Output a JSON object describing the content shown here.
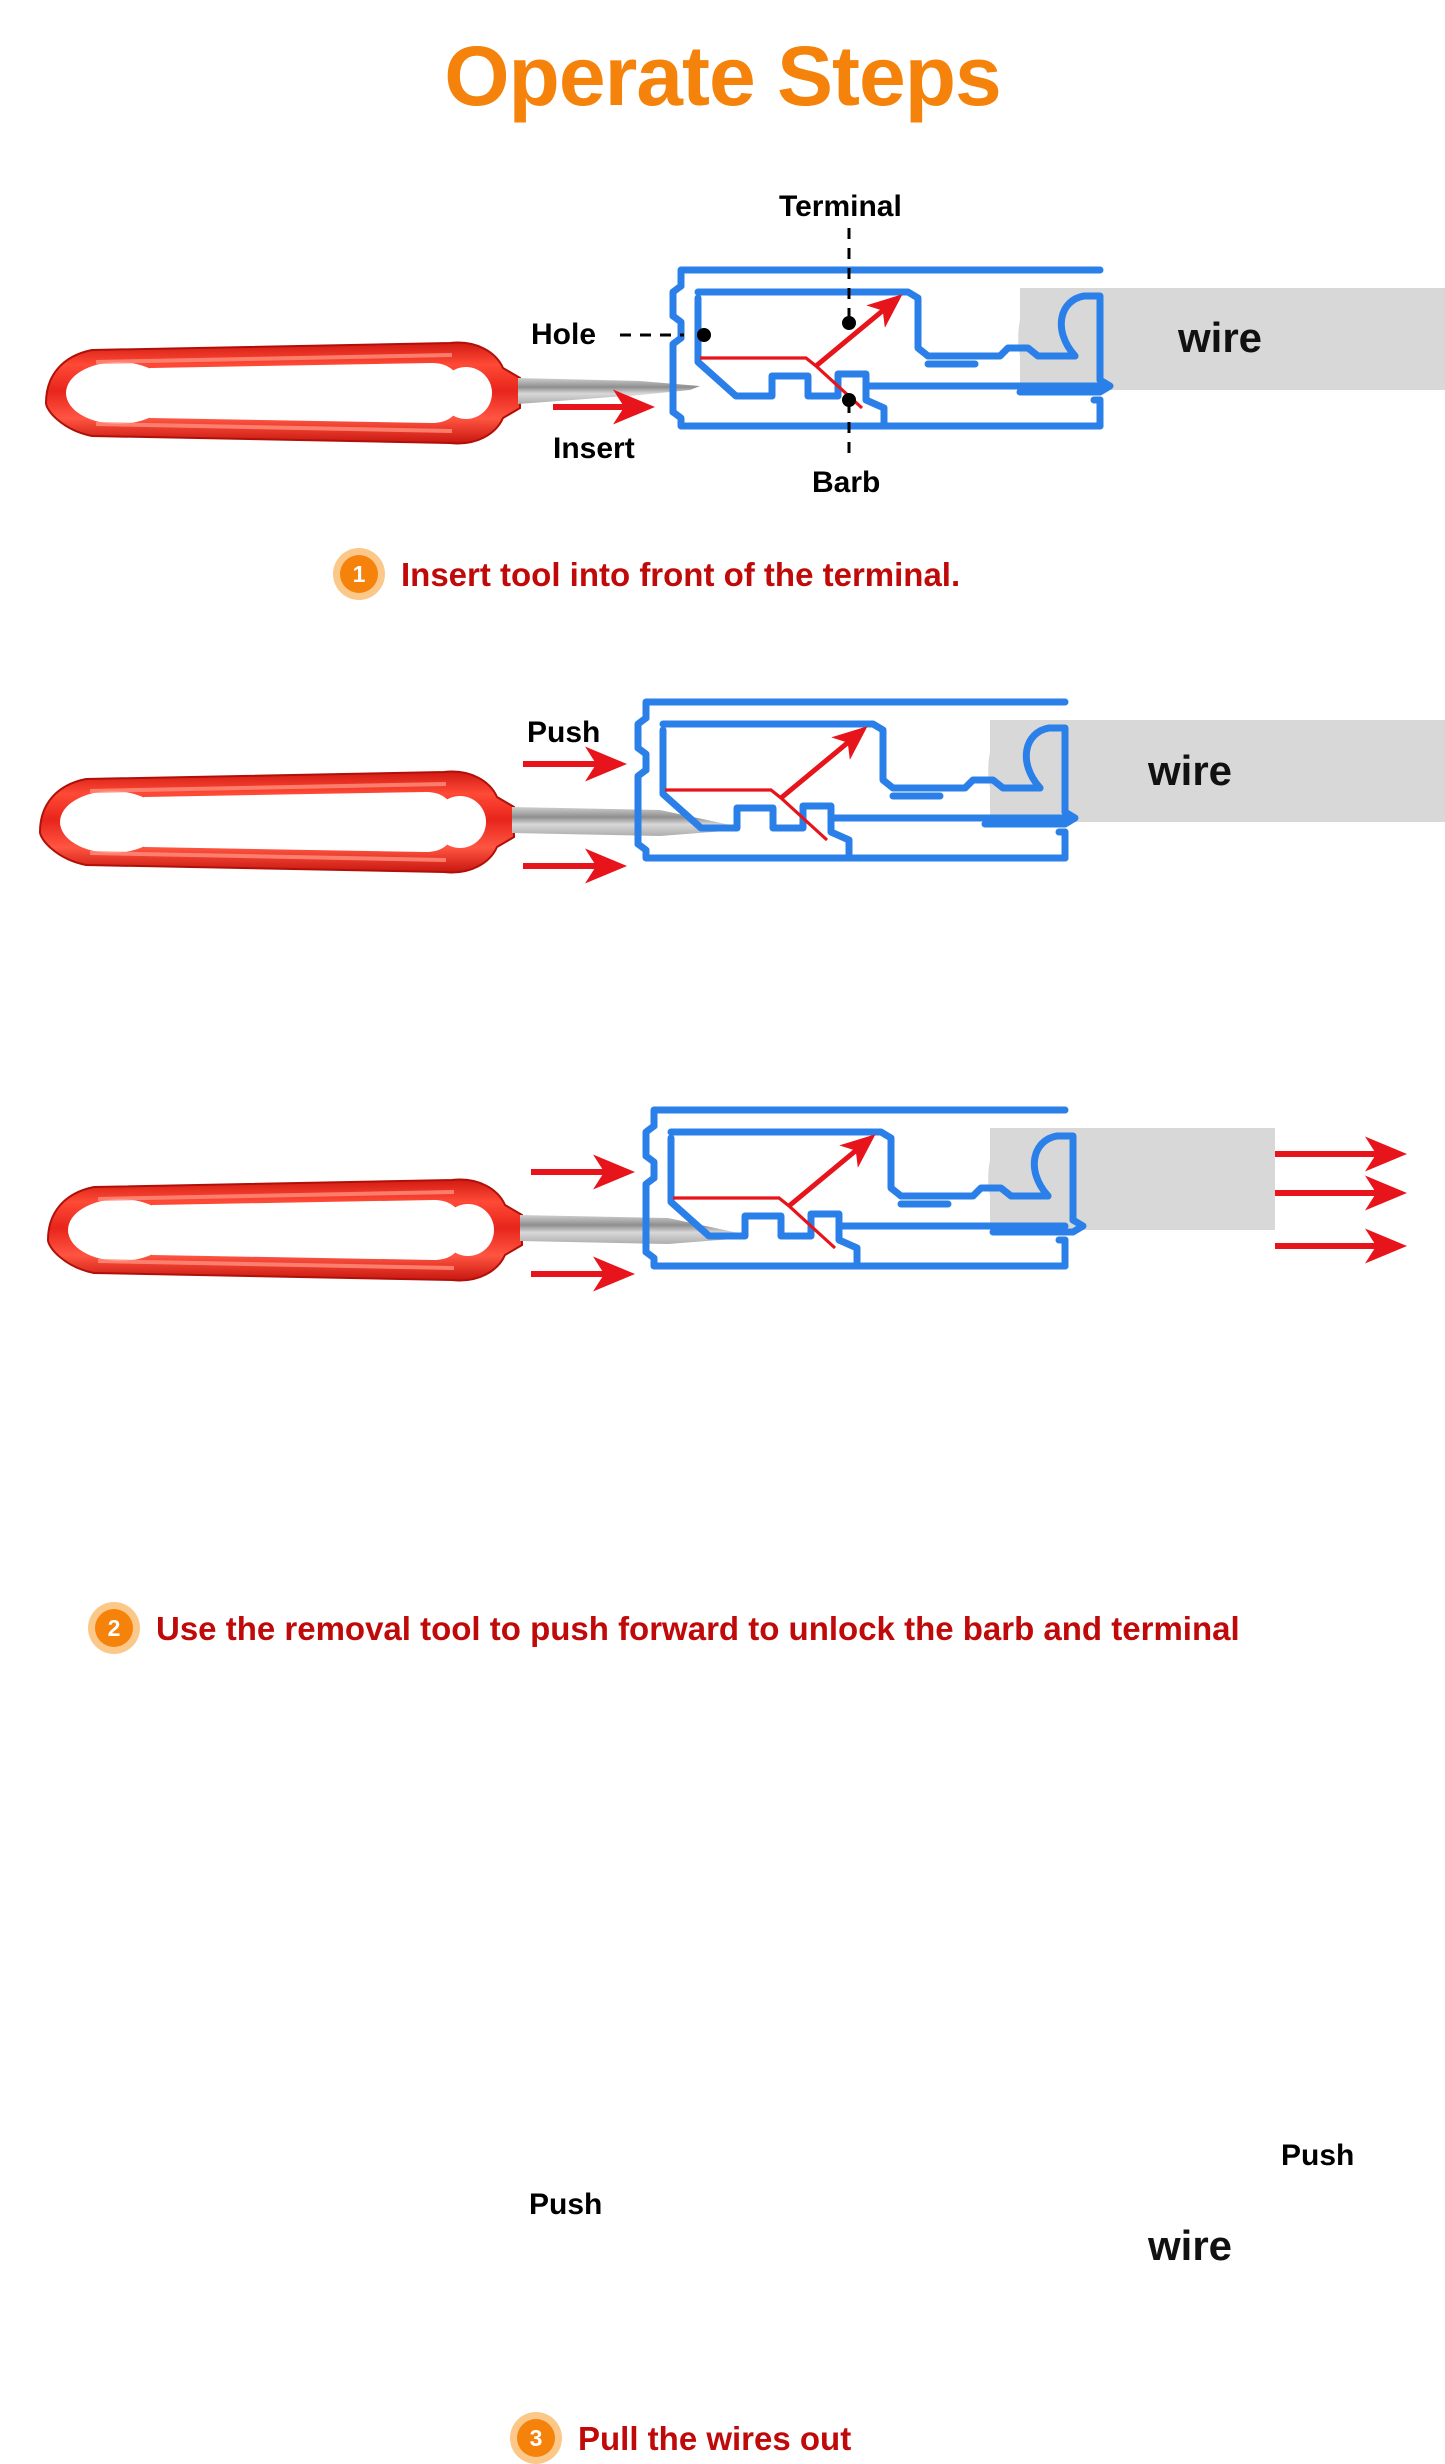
{
  "title": "Operate Steps",
  "colors": {
    "title_orange": "#F5820B",
    "badge_ring": "#FBC88A",
    "badge_fill": "#F5820B",
    "caption_red": "#C00A0A",
    "connector_blue": "#2A80E8",
    "arrow_red": "#E8141B",
    "tool_red": "#E8251C",
    "blade_grey": "#B9B9B9",
    "wire_grey": "#D8D8D8",
    "label_black": "#000000"
  },
  "steps": [
    {
      "number": "1",
      "caption": "Insert tool into front of the terminal.",
      "labels": {
        "terminal": "Terminal",
        "hole": "Hole",
        "barb": "Barb",
        "insert": "Insert",
        "wire": "wire"
      }
    },
    {
      "number": "2",
      "caption": "Use the removal tool to push forward to unlock the barb and terminal",
      "labels": {
        "push": "Push",
        "wire": "wire"
      }
    },
    {
      "number": "3",
      "caption": "Pull the wires out",
      "labels": {
        "push_left": "Push",
        "push_right": "Push",
        "wire": "wire"
      }
    }
  ]
}
